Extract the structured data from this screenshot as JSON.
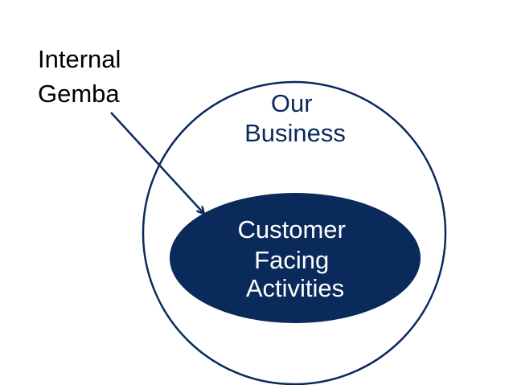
{
  "diagram": {
    "external_label": {
      "lines": [
        "Internal",
        "Gemba"
      ]
    },
    "outer_circle": {
      "label_lines": [
        "Our",
        "Business"
      ]
    },
    "inner_ellipse": {
      "label_lines": [
        "Customer",
        "Facing",
        "Activities"
      ]
    },
    "colors": {
      "stroke": "#0b2a5c",
      "ellipse_fill": "#0b2a5c",
      "ellipse_text": "#ffffff",
      "outer_text": "#0b2a5c",
      "external_text": "#000000",
      "arrow": "#0b2a5c"
    }
  }
}
